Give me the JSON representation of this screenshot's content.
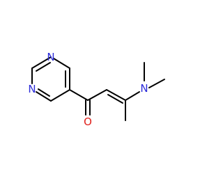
{
  "molecule": {
    "atoms": {
      "n_ring_top": "N",
      "n_ring_bottom": "N",
      "o_carbonyl": "O",
      "n_amine": "N"
    }
  },
  "colors": {
    "nitrogen": "#2b2bd9",
    "oxygen": "#e0201b",
    "bond": "#000000"
  }
}
